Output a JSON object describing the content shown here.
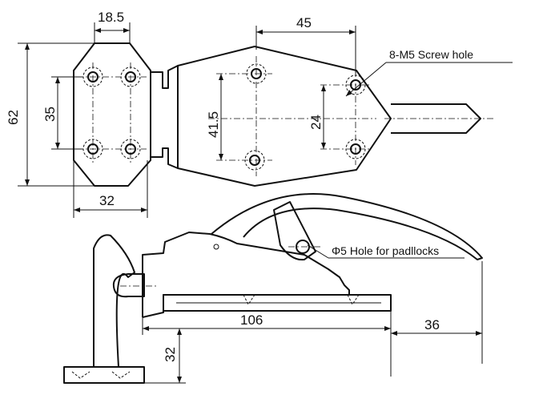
{
  "dimensions": {
    "top_width": "18.5",
    "hinge_spacing": "45",
    "overall_height": "62",
    "hole_spacing_left": "35",
    "hole_spacing_center": "41.5",
    "hole_spacing_right": "24",
    "base_width": "32",
    "length": "106",
    "extension": "36",
    "height": "32"
  },
  "notes": {
    "screw_hole": "8-M5  Screw hole",
    "padlock_hole": "Φ5  Hole for padllocks"
  }
}
